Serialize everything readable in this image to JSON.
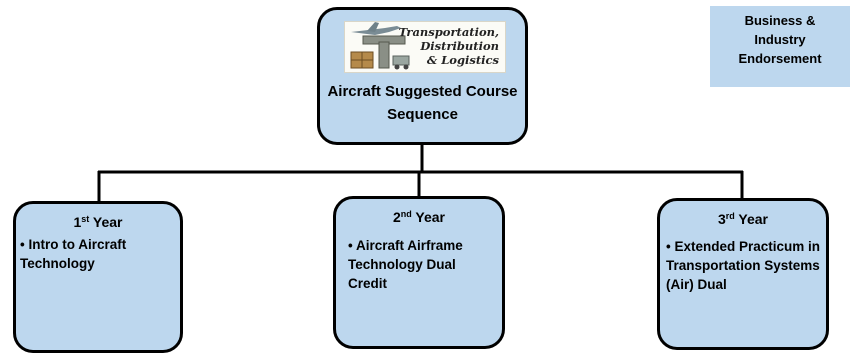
{
  "root": {
    "logo_lines": [
      "Transportation,",
      "Distribution",
      "& Logistics"
    ],
    "title_line1": "Aircraft Suggested Course",
    "title_line2": "Sequence"
  },
  "endorsement": {
    "line1": "Business &",
    "line2": "Industry",
    "line3": "Endorsement"
  },
  "years": [
    {
      "number": "1",
      "suffix": "st",
      "label": "Year",
      "bullet": "•",
      "item": "Intro to Aircraft Technology"
    },
    {
      "number": "2",
      "suffix": "nd",
      "label": "Year",
      "bullet": "•",
      "item": "Aircraft Airframe Technology Dual Credit"
    },
    {
      "number": "3",
      "suffix": "rd",
      "label": "Year",
      "bullet": "•",
      "item": "Extended Practicum in Transportation Systems (Air) Dual"
    }
  ],
  "colors": {
    "box_fill": "#bdd7ee",
    "border": "#000000"
  }
}
